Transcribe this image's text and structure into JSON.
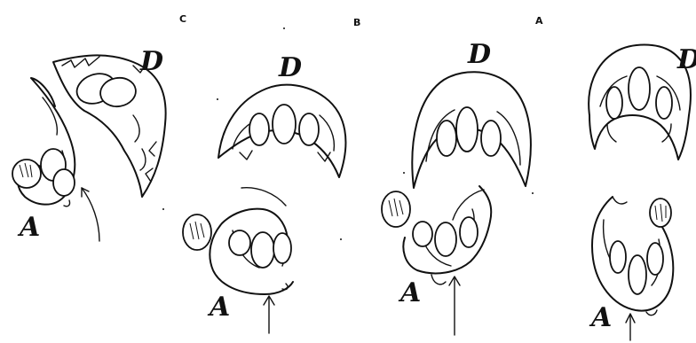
{
  "panels": {
    "c": {
      "letter": "C",
      "label_a": "A",
      "label_d": "D"
    },
    "b": {
      "letter": "B",
      "label_a": "A",
      "label_d": "D"
    },
    "a": {
      "letter": "A",
      "label_a": "A",
      "label_d": "D"
    },
    "d": {
      "letter": "",
      "label_a": "A",
      "label_d": "D"
    }
  }
}
